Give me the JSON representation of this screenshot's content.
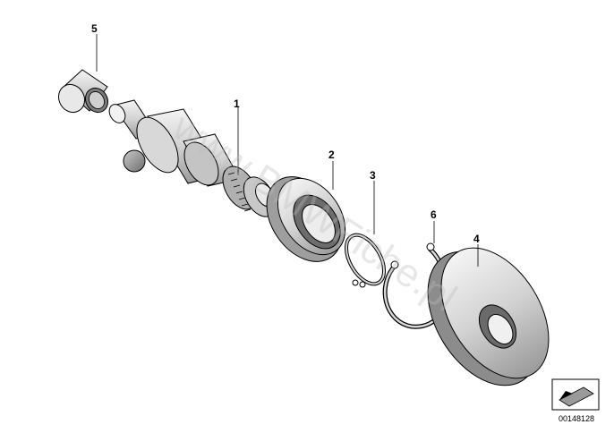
{
  "callouts": {
    "part_1": "1",
    "part_2": "2",
    "part_3": "3",
    "part_4": "4",
    "part_5": "5",
    "part_6": "6"
  },
  "watermark": "www.BMWFiche.pl",
  "reference_code": "00148128",
  "icons": {
    "nav": "arrow-icon"
  }
}
